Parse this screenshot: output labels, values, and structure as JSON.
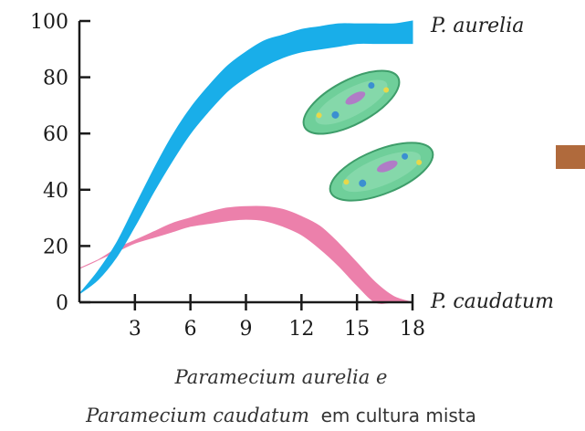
{
  "chart_data": {
    "type": "area",
    "title": "",
    "xlabel": "",
    "ylabel": "",
    "xlim": [
      0,
      18
    ],
    "ylim": [
      0,
      100
    ],
    "x_ticks": [
      3,
      6,
      9,
      12,
      15,
      18
    ],
    "y_ticks": [
      0,
      20,
      40,
      60,
      80,
      100
    ],
    "grid": false,
    "series": [
      {
        "name": "P. aurelia",
        "color": "#19aee9",
        "x": [
          0,
          1,
          2,
          3,
          4,
          5,
          6,
          7,
          8,
          9,
          10,
          11,
          12,
          13,
          14,
          15,
          16,
          17,
          18
        ],
        "lower": [
          3,
          8,
          16,
          27,
          39,
          50,
          60,
          68,
          75,
          80,
          84,
          87,
          89,
          90,
          91,
          92,
          92,
          92,
          92
        ],
        "upper": [
          3,
          11,
          21,
          34,
          47,
          59,
          69,
          77,
          84,
          89,
          93,
          95,
          97,
          98,
          99,
          99,
          99,
          99,
          100
        ]
      },
      {
        "name": "P. caudatum",
        "color": "#ec80ab",
        "x": [
          0,
          1,
          2,
          3,
          4,
          5,
          6,
          7,
          8,
          9,
          10,
          11,
          12,
          13,
          14,
          15,
          16,
          17,
          18
        ],
        "lower": [
          12,
          15,
          18,
          21,
          23,
          25,
          27,
          28,
          29,
          29.5,
          29,
          27,
          24,
          19,
          13,
          6,
          0,
          0,
          0
        ],
        "upper": [
          12,
          15,
          19,
          22,
          25,
          28,
          30,
          32,
          33.5,
          34,
          34,
          33,
          30.5,
          27,
          21,
          14,
          7,
          2,
          0
        ]
      }
    ],
    "caption_line1": "Paramecium aurelia e",
    "caption_line2_italic": "Paramecium caudatum",
    "caption_line2_plain": "em cultura mista"
  }
}
